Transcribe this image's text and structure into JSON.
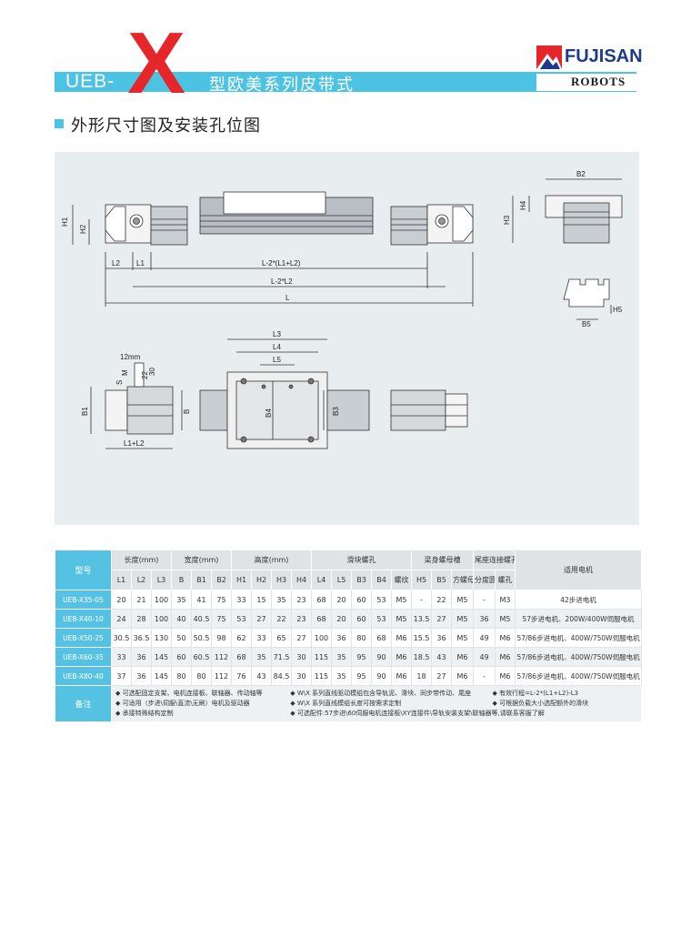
{
  "header": {
    "prefix": "UEB-",
    "x_mark": "X",
    "suffix": "型欧美系列皮带式",
    "brand": "FUJISAN",
    "robots": "ROBOTS"
  },
  "section": {
    "title": "外形尺寸图及安装孔位图"
  },
  "drawing": {
    "labels": {
      "h1": "H1",
      "h2": "H2",
      "h3": "H3",
      "h4": "H4",
      "b1": "B1",
      "b2": "B2",
      "b3": "B3",
      "b4": "B4",
      "b5": "B5",
      "h5": "H5",
      "l": "L",
      "l1": "L1",
      "l2": "L2",
      "l3": "L3",
      "l4": "L4",
      "l5": "L5",
      "l_minus_2_l1l2": "L-2*(L1+L2)",
      "l_minus_2_l2": "L-2*L2",
      "l1_plus_l2": "L1+L2",
      "b": "B",
      "m": "M",
      "s": "S",
      "dim_12mm": "12mm",
      "dim_22": "22",
      "dim_30": "30"
    }
  },
  "table": {
    "headers": {
      "model": "型号",
      "length": "长度(mm)",
      "width": "宽度(mm)",
      "height": "高度(mm)",
      "slider_screw": "滑块螺孔",
      "beam_nut": "梁身螺母槽",
      "tail_screw": "尾座连接螺孔",
      "motor": "适用电机"
    },
    "sub_headers": [
      "L1",
      "L2",
      "L3",
      "B",
      "B1",
      "B2",
      "H1",
      "H2",
      "H3",
      "H4",
      "L4",
      "L5",
      "B3",
      "B4",
      "螺纹",
      "H5",
      "B5",
      "方螺母",
      "分度圆",
      "螺孔"
    ],
    "rows": [
      {
        "model": "UEB-X35-05",
        "values": [
          "20",
          "21",
          "100",
          "35",
          "41",
          "75",
          "33",
          "15",
          "35",
          "23",
          "68",
          "20",
          "60",
          "53",
          "M5",
          "-",
          "22",
          "M5",
          "-",
          "M3"
        ],
        "motor": "42步进电机"
      },
      {
        "model": "UEB-X40-10",
        "values": [
          "24",
          "28",
          "100",
          "40",
          "40.5",
          "75",
          "53",
          "27",
          "22",
          "23",
          "68",
          "20",
          "60",
          "53",
          "M5",
          "13.5",
          "27",
          "M5",
          "36",
          "M5"
        ],
        "motor": "57步进电机、200W/400W伺服电机"
      },
      {
        "model": "UEB-X50-25",
        "values": [
          "30.5",
          "36.5",
          "130",
          "50",
          "50.5",
          "98",
          "62",
          "33",
          "65",
          "27",
          "100",
          "36",
          "80",
          "68",
          "M6",
          "15.5",
          "36",
          "M5",
          "49",
          "M6"
        ],
        "motor": "57/86步进电机、400W/750W伺服电机"
      },
      {
        "model": "UEB-X60-35",
        "values": [
          "33",
          "36",
          "145",
          "60",
          "60.5",
          "112",
          "68",
          "35",
          "71.5",
          "30",
          "115",
          "35",
          "95",
          "90",
          "M6",
          "18.5",
          "43",
          "M6",
          "49",
          "M6"
        ],
        "motor": "57/86步进电机、400W/750W伺服电机"
      },
      {
        "model": "UEB-X80-40",
        "values": [
          "37",
          "36",
          "145",
          "80",
          "80",
          "112",
          "76",
          "43",
          "84.5",
          "30",
          "115",
          "35",
          "95",
          "90",
          "M6",
          "18",
          "27",
          "M6",
          "-",
          "M6"
        ],
        "motor": "57/86步进电机、400W/750W伺服电机"
      }
    ],
    "notes_label": "备注",
    "notes": [
      "◆ 可选配固定支架、电机连接板、联轴器、传动轴等",
      "◆ 可适用（步进\\伺服\\直流\\无刷）电机及驱动器",
      "◆ 承接特殊结构定制",
      "◆ W\\X 系列直线驱动模组包含导轨泥、滑块、同步带传动、尾座",
      "◆ W\\X 系列直线模组长度可按需求定制",
      "◆ 可选配件:57步进\\60伺服电机连接板\\XY连接件\\导轨安装支架\\联轴器等,请联系客服了解",
      "◆ 有效行程=L-2*(L1+L2)-L3",
      "◆ 可根据负载大小选配额外的滑块"
    ]
  },
  "colors": {
    "accent": "#4cc3e3",
    "brand_red": "#e5262b",
    "brand_blue": "#1e3a8a",
    "panel": "#e8edf0"
  }
}
